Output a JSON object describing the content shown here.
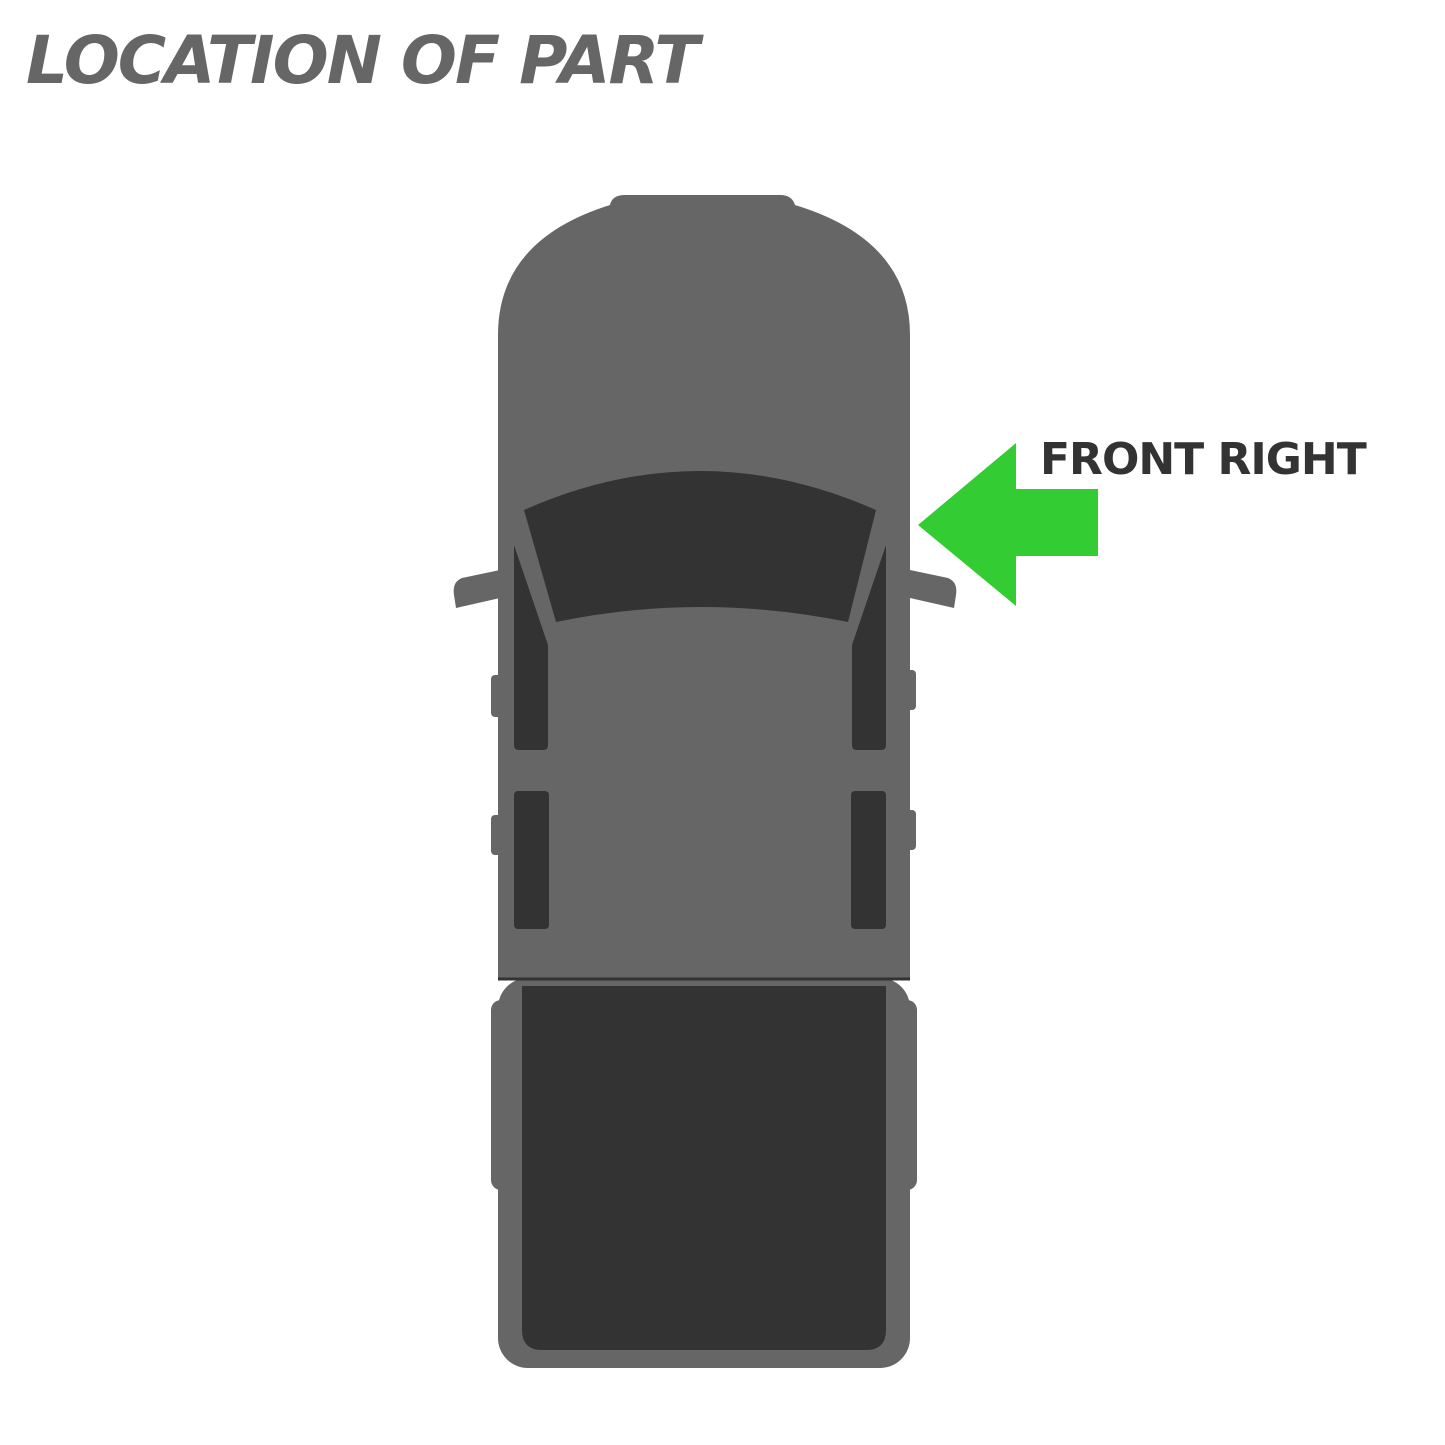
{
  "title": "LOCATION OF PART",
  "location_label": "FRONT RIGHT",
  "colors": {
    "body": "#666666",
    "dark": "#333333",
    "arrow": "#33CC33",
    "background": "#FFFFFF"
  },
  "vehicle": "pickup-truck-top-view",
  "indicator": "arrow-left-icon"
}
